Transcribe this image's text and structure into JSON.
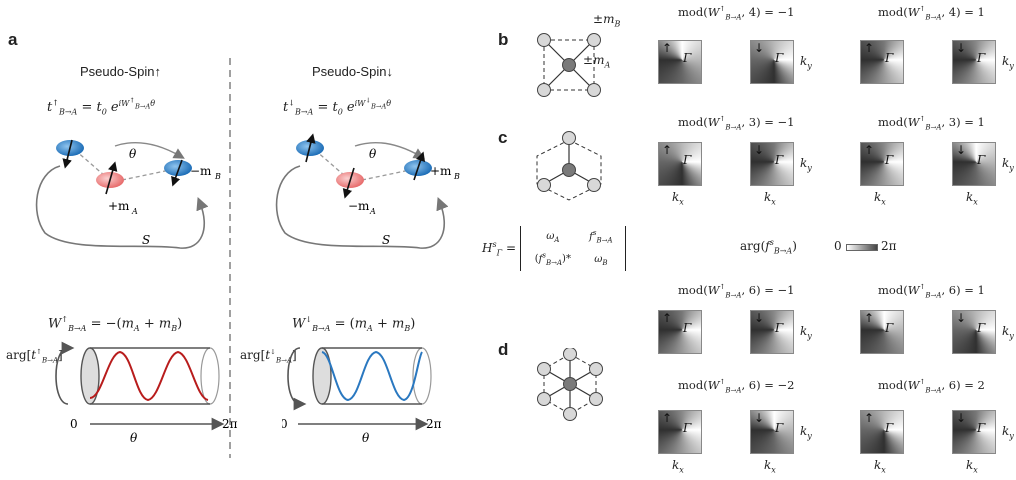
{
  "panels": {
    "a": "a",
    "b": "b",
    "c": "c",
    "d": "d"
  },
  "pseudo_spin_up": "Pseudo-Spin↑",
  "pseudo_spin_down": "Pseudo-Spin↓",
  "hop_up": "t↑B→A = t₀ e^{iW↑B→A θ}",
  "hop_down": "t↓B→A = t₀ e^{iW↓B→A θ}",
  "theta": "θ",
  "plus_mA": "+m",
  "minus_mA": "−m",
  "minus_mB": "−m",
  "plus_mB": "+m",
  "S": "S",
  "winding_up": "W↑B→A = −(m_A + m_B)",
  "winding_down": "W↓B→A = (m_A + m_B)",
  "arg_up": "arg[t↑B→A]",
  "arg_down": "arg[t↓B→A]",
  "zero": "0",
  "two_pi": "2π",
  "b_labels": {
    "pm_mB": "±m",
    "pm_mA": "±m"
  },
  "mod_b_left": "mod(W↑B→A, 4) = −1",
  "mod_b_right": "mod(W↑B→A, 4) = 1",
  "mod_c_left": "mod(W↑B→A, 3) = −1",
  "mod_c_right": "mod(W↑B→A, 3) = 1",
  "mod_d1_left": "mod(W↑B→A, 6) = −1",
  "mod_d1_right": "mod(W↑B→A, 6) = 1",
  "mod_d2_left": "mod(W↑B→A, 6) = −2",
  "mod_d2_right": "mod(W↑B→A, 6) = 2",
  "hamiltonian": "HˢΓ = [[ωA, fˢB→A], [(fˢB→A)*, ωB]]",
  "arg_f": "arg(fˢB→A)",
  "colorbar_min": "0",
  "colorbar_max": "2π",
  "kx": "k",
  "ky": "k",
  "gamma": "Γ",
  "up_arrow": "↑",
  "down_arrow": "↓",
  "colors": {
    "red": "#b81c1c",
    "blue": "#2a78c0",
    "gray": "#555555",
    "node": "#d8d8d8",
    "center": "#7a7a7a"
  }
}
